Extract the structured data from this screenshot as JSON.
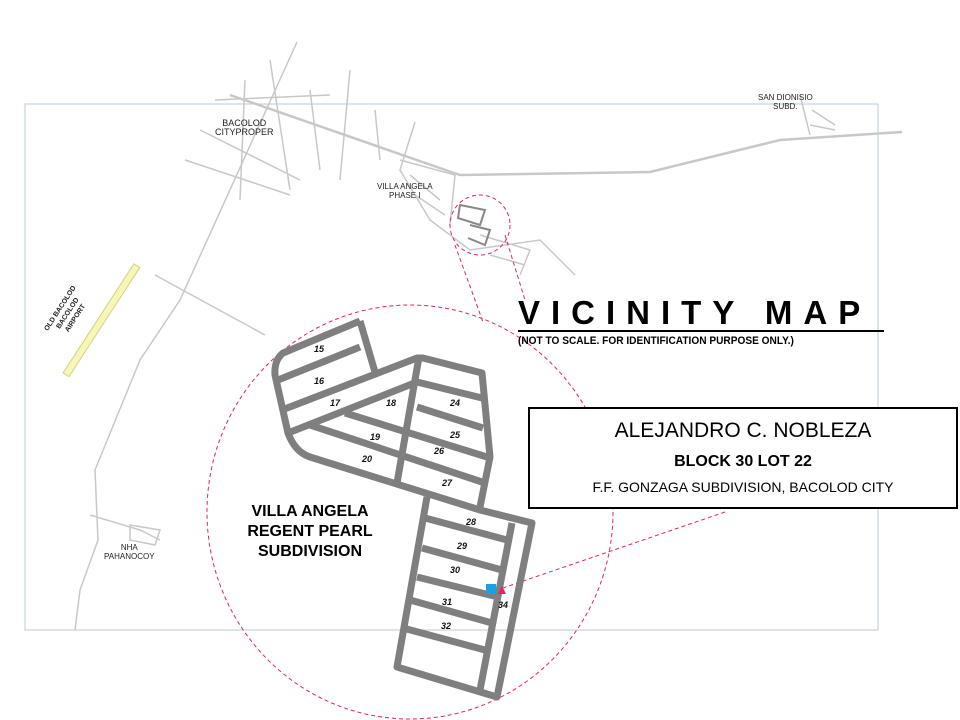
{
  "title": "VICINITY MAP",
  "subtitle": "(NOT TO SCALE. FOR IDENTIFICATION PURPOSE ONLY.)",
  "info": {
    "owner": "ALEJANDRO C. NOBLEZA",
    "block_lot": "BLOCK 30 LOT 22",
    "address": "F.F. GONZAGA SUBDIVISION, BACOLOD CITY"
  },
  "subdivision_label": [
    "VILLA ANGELA",
    "REGENT PEARL",
    "SUBDIVISION"
  ],
  "places": {
    "bacolod": [
      "BACOLOD",
      "CITYPROPER"
    ],
    "san_dionisio": [
      "SAN DIONISIO",
      "SUBD."
    ],
    "villa_angela": [
      "VILLA ANGELA",
      "PHASE I"
    ],
    "airport": [
      "OLD BACOLOD",
      "BACOLOD",
      "AIRPORT"
    ],
    "nha": [
      "NHA",
      "PAHANOCOY"
    ]
  },
  "lots": [
    "15",
    "16",
    "17",
    "18",
    "19",
    "20",
    "24",
    "25",
    "26",
    "27",
    "28",
    "29",
    "30",
    "31",
    "32",
    "34"
  ],
  "colors": {
    "road": "#7f7f7f",
    "thin_road": "#c8c8c8",
    "dash": "#e0245e",
    "marker": "#1ea0e0",
    "frame": "#b8ccd4"
  }
}
